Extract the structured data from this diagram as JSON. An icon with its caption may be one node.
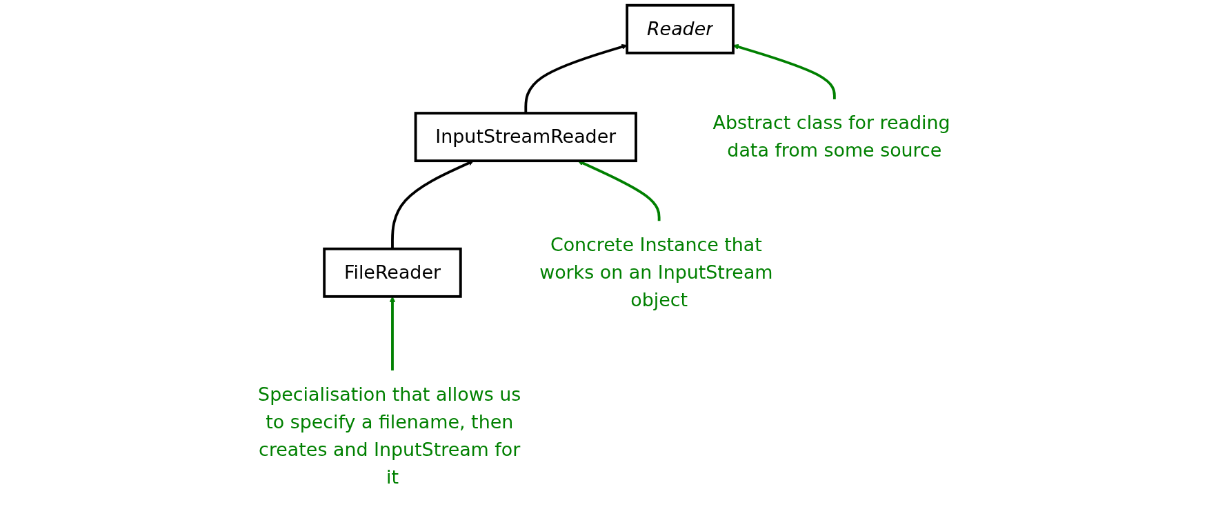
{
  "diagram": {
    "nodes": [
      {
        "text": [
          "Reader"
        ]
      },
      {
        "text": [
          "InputStreamReader"
        ]
      },
      {
        "text": [
          "FileReader"
        ]
      },
      {
        "text": [
          "Abstract class for reading data from some source"
        ]
      },
      {
        "text": [
          "Concrete Instance that works on an InputStream object"
        ]
      },
      {
        "text": [
          "Specialisation that allows us to specify a filename, then creates and InputStream for it"
        ]
      }
    ],
    "edges": [
      {
        "from": 1,
        "to": 0,
        "arrow": "to",
        "color": "#000000"
      },
      {
        "from": 2,
        "to": 1,
        "arrow": "to",
        "color": "#000000"
      },
      {
        "from": 3,
        "to": 0,
        "arrow": "to"
      },
      {
        "from": 4,
        "to": 1,
        "arrow": "to"
      },
      {
        "from": 5,
        "to": 2,
        "arrow": "to"
      }
    ]
  }
}
